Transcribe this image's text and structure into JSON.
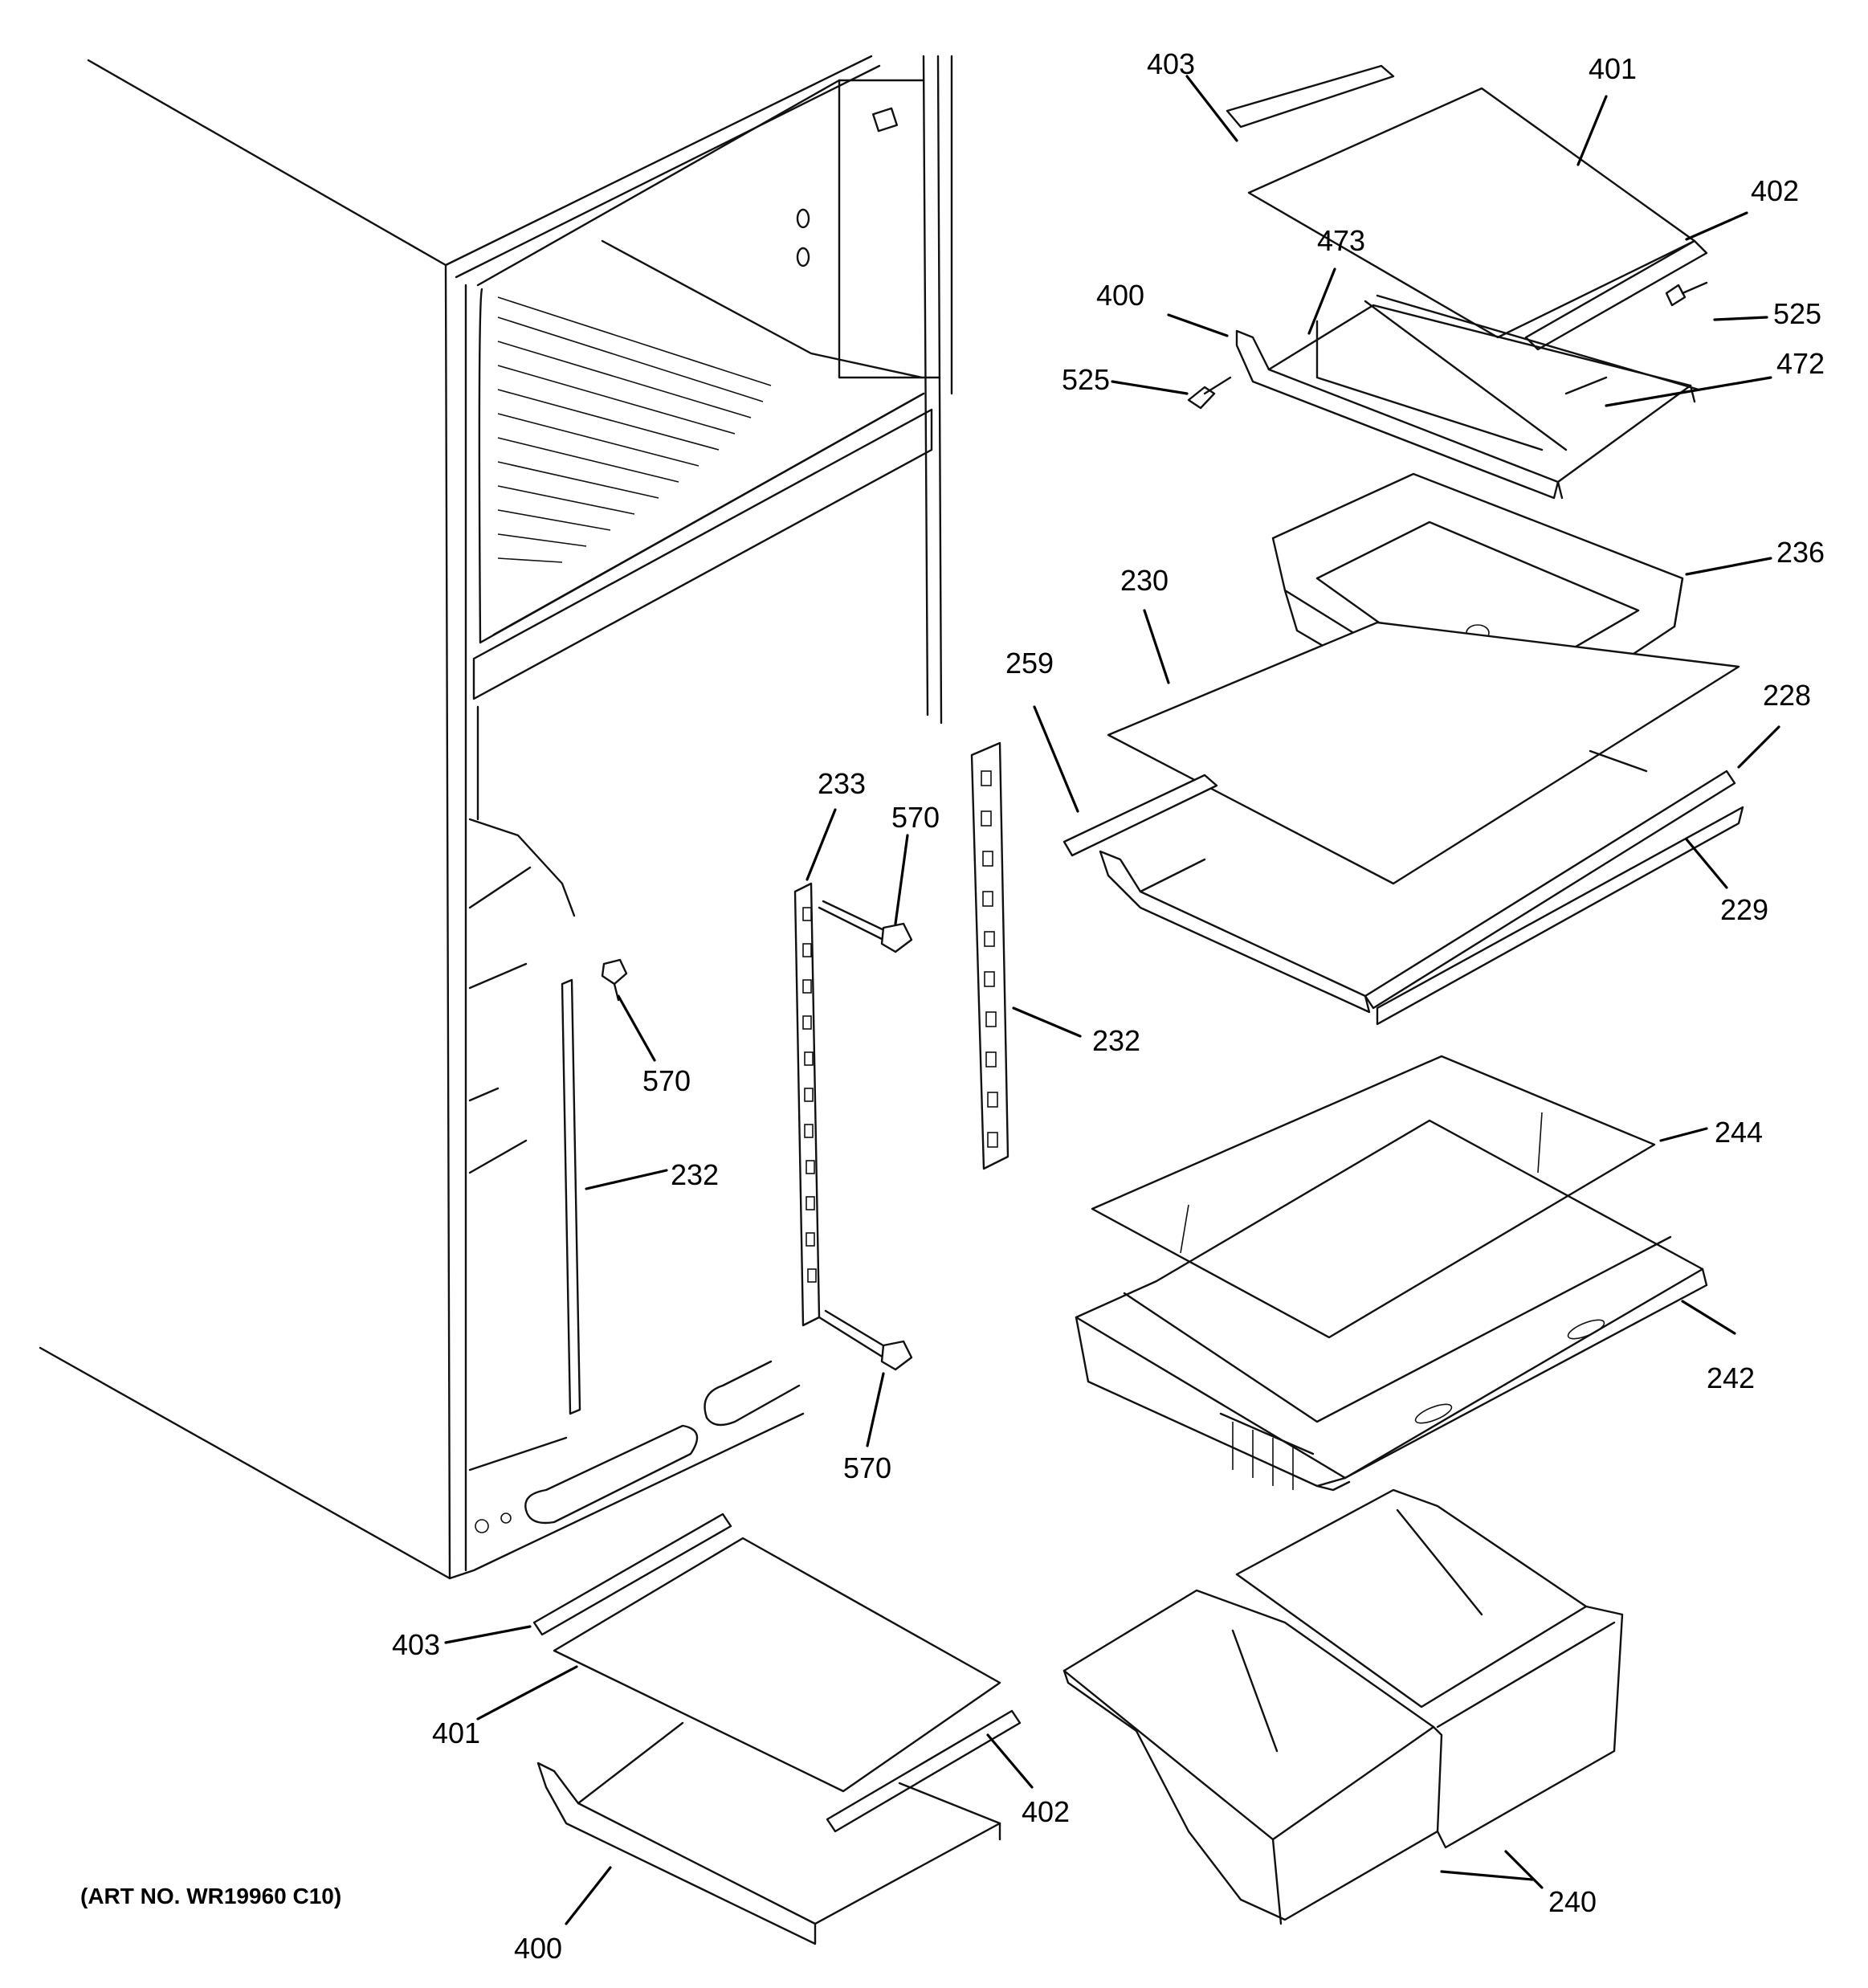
{
  "labels": {
    "l403a": "403",
    "l401a": "401",
    "l402a": "402",
    "l473": "473",
    "l400a": "400",
    "l525a": "525",
    "l525b": "525",
    "l472": "472",
    "l236": "236",
    "l230": "230",
    "l259": "259",
    "l228": "228",
    "l233": "233",
    "l570a": "570",
    "l229": "229",
    "l570b": "570",
    "l232a": "232",
    "l232b": "232",
    "l244": "244",
    "l242": "242",
    "l570c": "570",
    "l403b": "403",
    "l401b": "401",
    "l402b": "402",
    "l240": "240",
    "l400b": "400"
  },
  "art_number": "(ART NO. WR19960 C10)"
}
